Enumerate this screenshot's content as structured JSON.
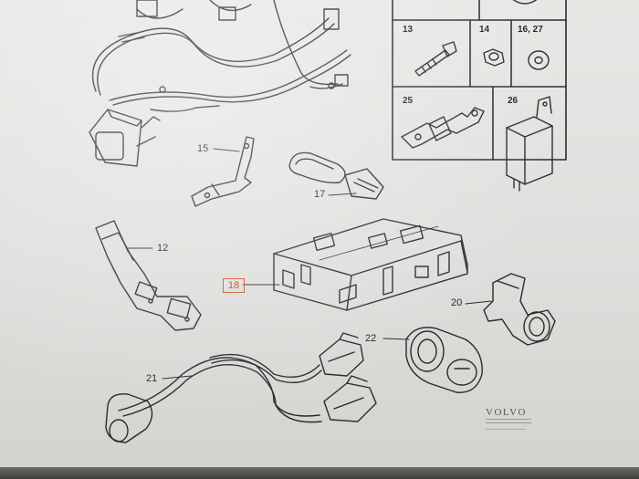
{
  "callouts": {
    "c12": "12",
    "c13": "13",
    "c14": "14",
    "c15": "15",
    "c16_27": "16, 27",
    "c17": "17",
    "c18": "18",
    "c20": "20",
    "c21": "21",
    "c22": "22",
    "c25": "25",
    "c26": "26"
  },
  "brand": {
    "logo_text": "VOLVO"
  },
  "colors": {
    "paper": "#e3e4e1",
    "line": "#2a2a2a",
    "highlight_box": "#d0582a"
  }
}
